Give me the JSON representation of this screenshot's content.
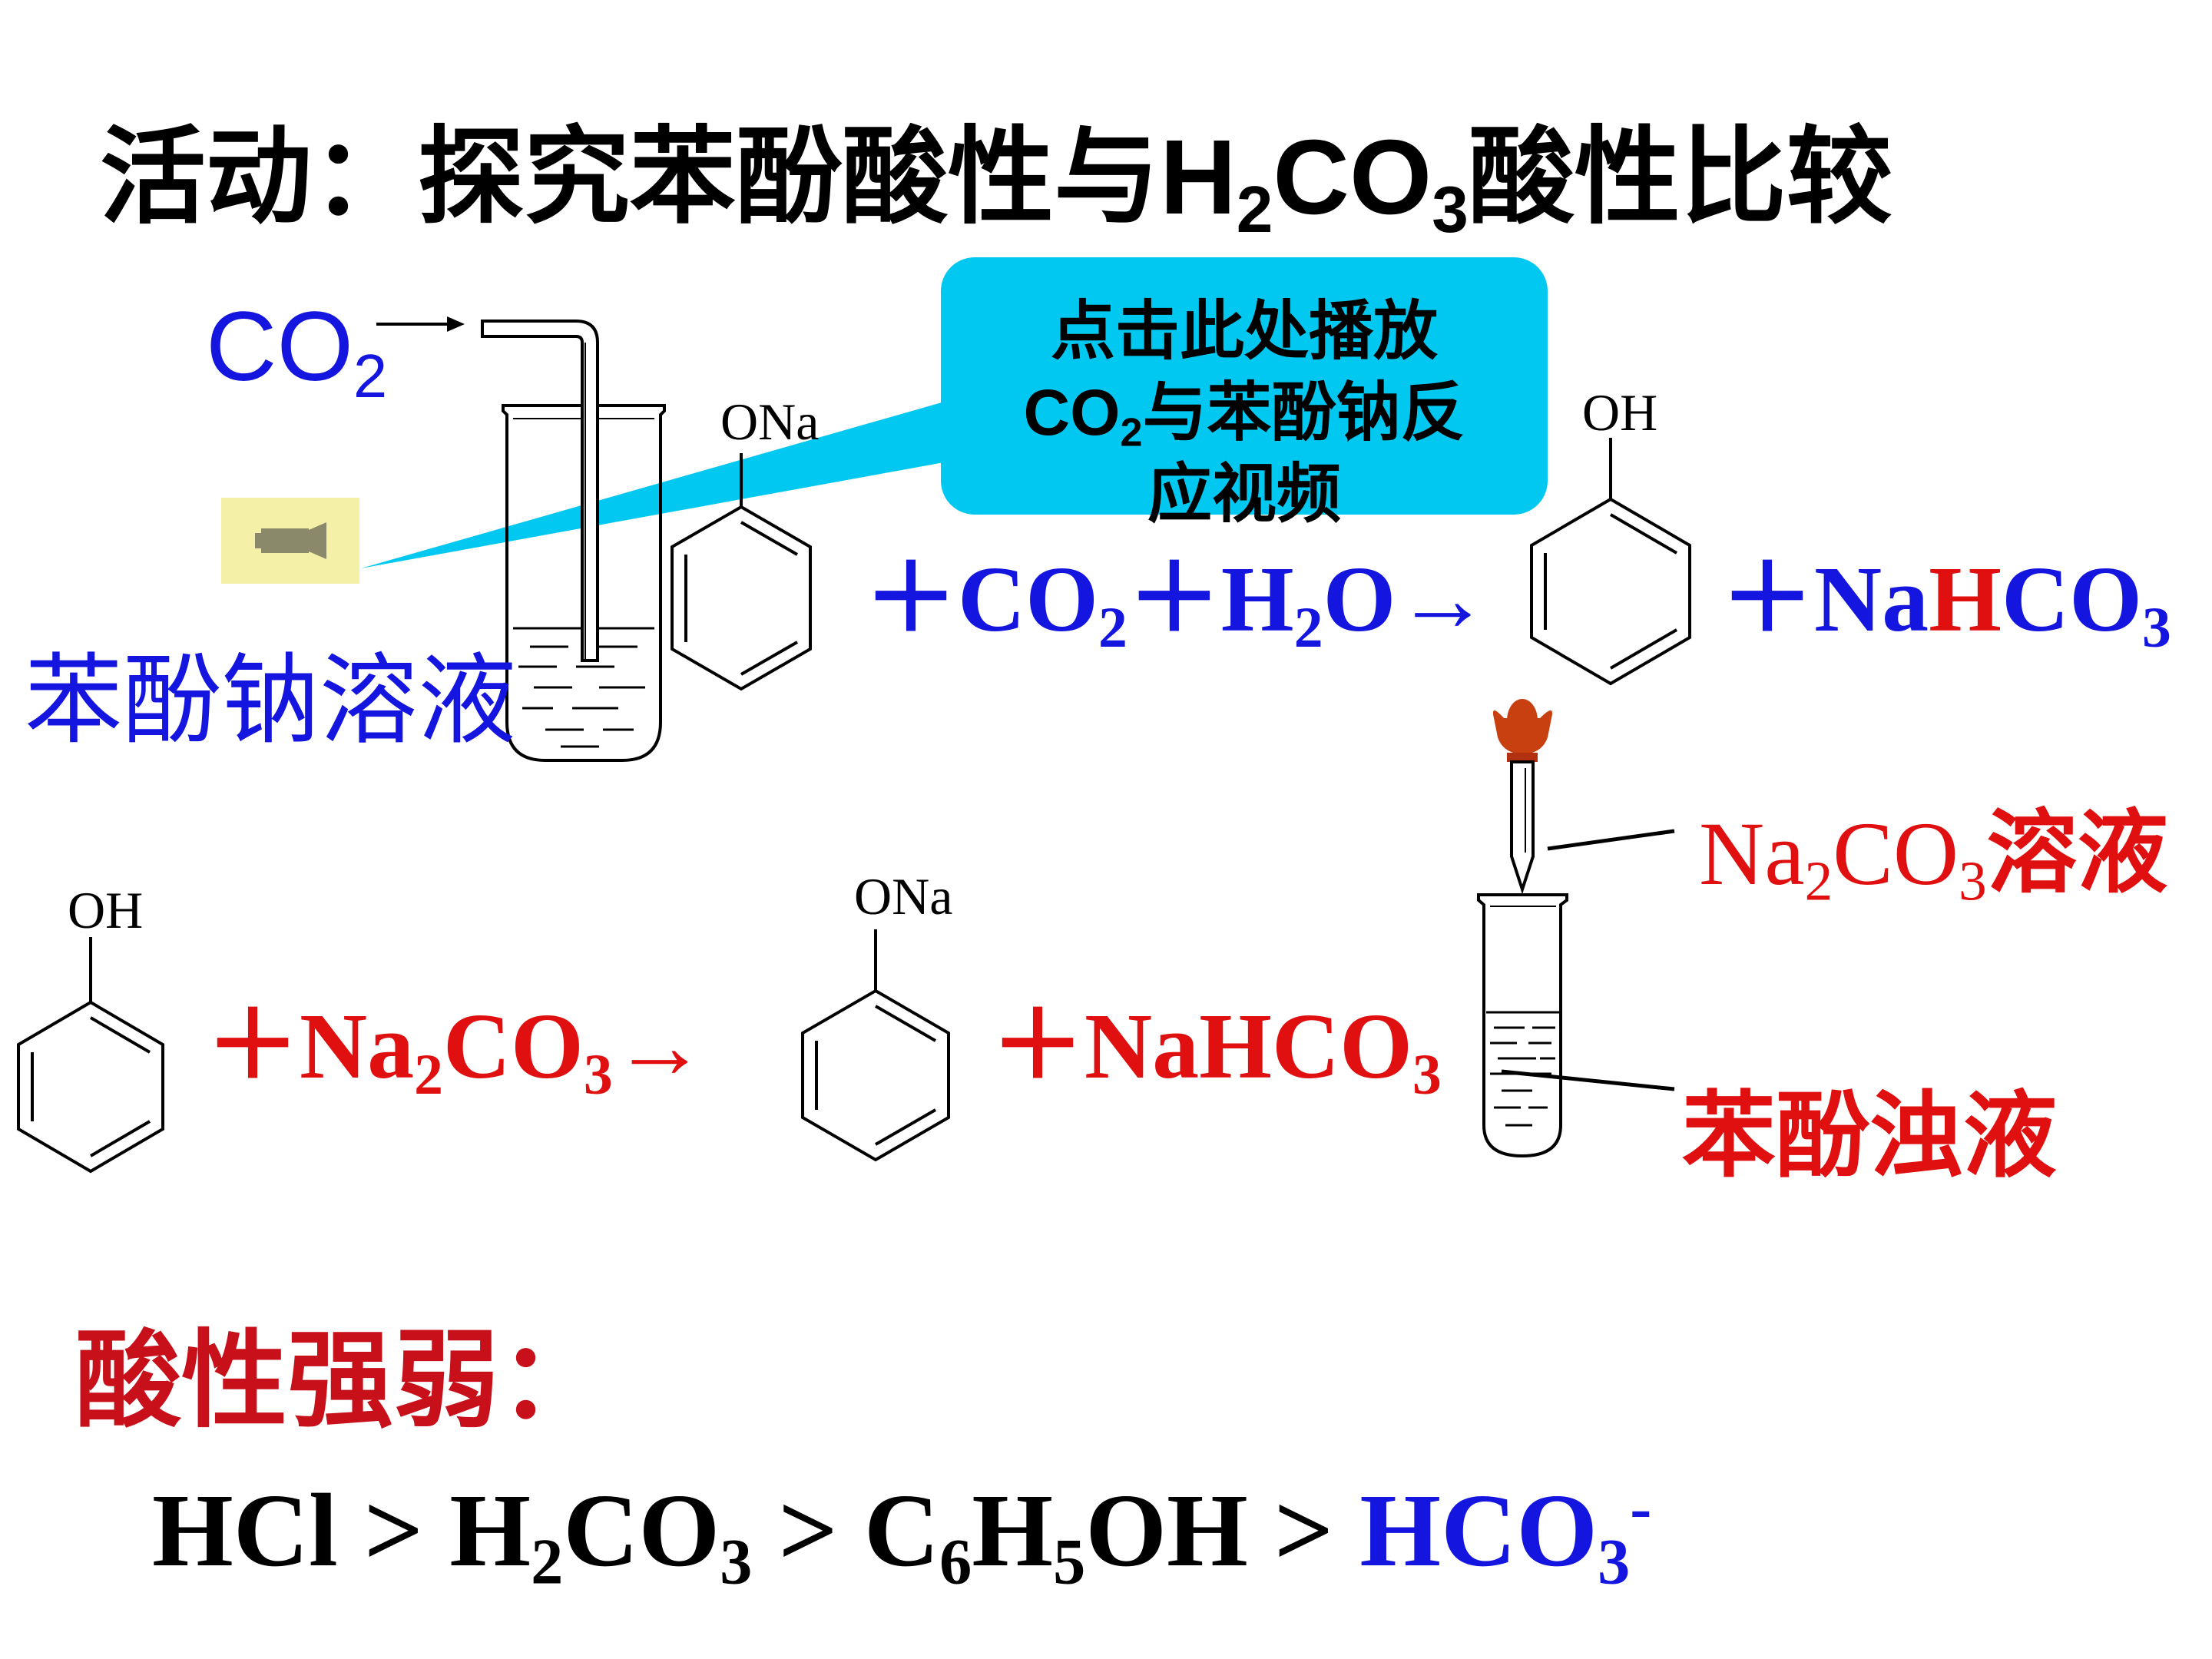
{
  "title": {
    "prefix": "活动：探究苯酚酸性与",
    "formula_h": "H",
    "formula_2": "2",
    "formula_co": "CO",
    "formula_3": "3",
    "suffix": "酸性比较"
  },
  "experiment1": {
    "gas_label": "CO",
    "gas_sub": "2",
    "solution_label": "苯酚钠溶液",
    "reactant_group": "ONa"
  },
  "callout": {
    "line1": "点击此处播放",
    "line2_prefix": "CO",
    "line2_sub": "2",
    "line2_suffix": "与苯酚钠反",
    "line3": "应视频"
  },
  "video_button": {
    "icon": "video-camera-icon"
  },
  "equation1": {
    "plus_co": "＋CO",
    "sub2": "2",
    "plus_h": "＋H",
    "sub2b": "2",
    "o_arrow": "O→",
    "product_group": "OH",
    "plus_na": "＋Na",
    "h_red": "H",
    "co": "CO",
    "sub3": "3"
  },
  "experiment2": {
    "reagent_na": "Na",
    "reagent_sub2": "2",
    "reagent_co": "CO",
    "reagent_sub3": "3",
    "reagent_cn": "溶液",
    "turbid_label": "苯酚浊液"
  },
  "equation2": {
    "reactant_group": "OH",
    "plus_na": "＋Na",
    "sub2": "2",
    "co": "CO",
    "sub3": "3",
    "arrow": "→",
    "product_group": "ONa",
    "plus_nahco": "＋NaHCO",
    "sub3b": "3"
  },
  "acidity": {
    "heading": "酸性强弱：",
    "hcl": "HCl",
    "gt": ">",
    "h": "H",
    "sub2": "2",
    "co": "CO",
    "sub3": "3",
    "c": "C",
    "sub6": "6",
    "h2": "H",
    "sub5": "5",
    "oh": "OH",
    "hco": "HCO",
    "sub3b": "3",
    "sup_minus": "-"
  },
  "colors": {
    "blue": "#1515e0",
    "red": "#e01010",
    "callout": "#00c8f0",
    "dark_red": "#c8101a"
  }
}
